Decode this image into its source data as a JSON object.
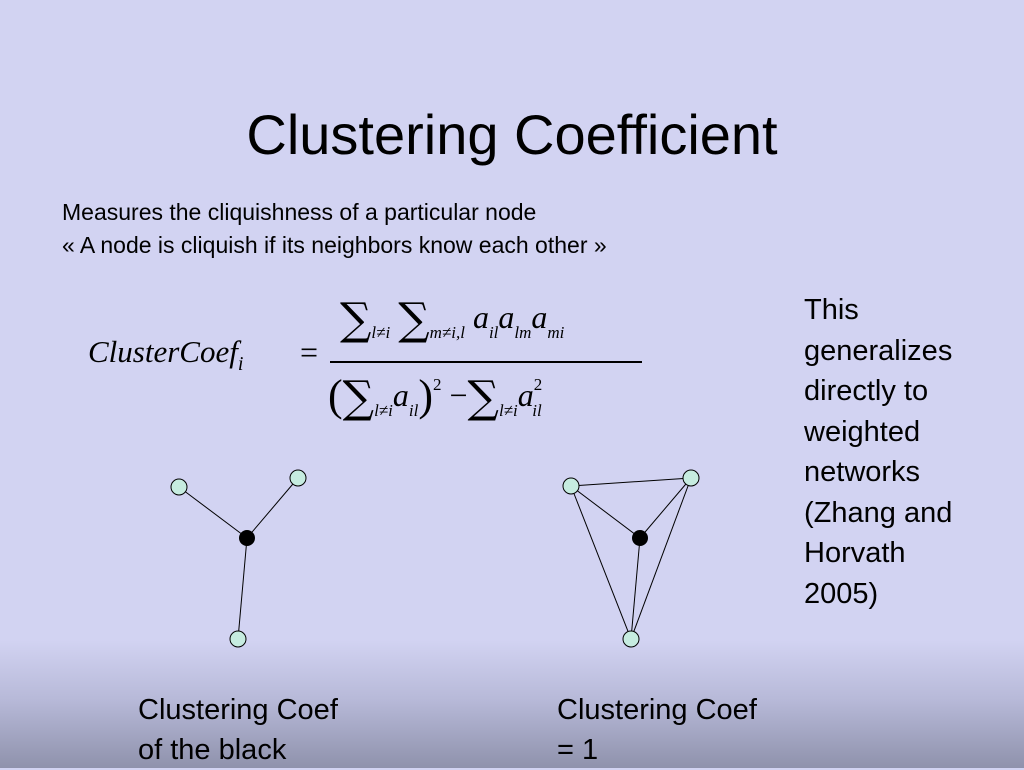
{
  "slide": {
    "title": "Clustering Coefficient",
    "intro_line1": "Measures the cliquishness of a particular node",
    "intro_line2": "« A node is cliquish if its neighbors know each other »",
    "formula": {
      "lhs": "ClusterCoef",
      "lhs_sub": "i",
      "eq": "=",
      "sigma": "∑",
      "num_sub1": "l≠i",
      "num_sub2": "m≠i,l",
      "a": "a",
      "a_il": "il",
      "a_lm": "lm",
      "a_mi": "mi",
      "den_sub": "l≠i",
      "lparen": "(",
      "rparen": ")",
      "exp2": "2",
      "minus": "−"
    },
    "side_note": [
      "This",
      "generalizes",
      "directly to",
      "weighted",
      "networks",
      "(Zhang and",
      "Horvath",
      "2005)"
    ],
    "caption_left": [
      "Clustering Coef",
      "of the black"
    ],
    "caption_right": [
      "Clustering Coef",
      "= 1"
    ],
    "colors": {
      "background": "#d2d3f2",
      "node_fill": "#c6ece0",
      "center_node": "#000000"
    }
  }
}
